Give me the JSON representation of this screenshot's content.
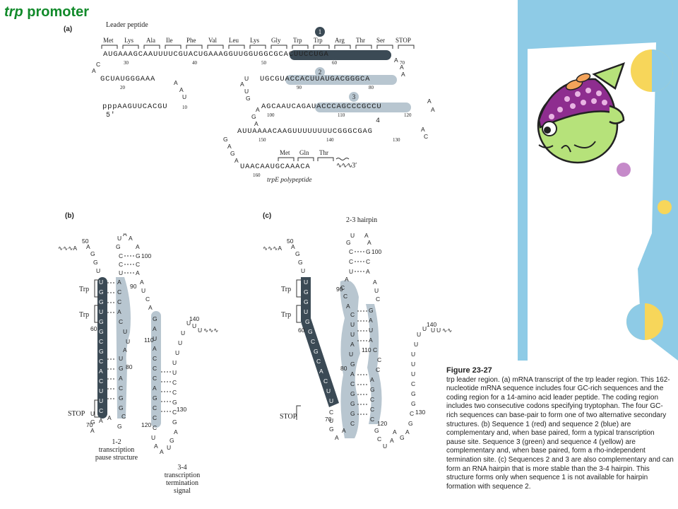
{
  "title": {
    "italic": "trp",
    "rest": " promoter"
  },
  "panel_a": {
    "label": "(a)",
    "leader_peptide_label": "Leader peptide",
    "amino_acids": [
      "Met",
      "Lys",
      "Ala",
      "Ile",
      "Phe",
      "Val",
      "Leu",
      "Lys",
      "Gly",
      "Trp",
      "Trp",
      "Arg",
      "Thr",
      "Ser",
      "STOP"
    ],
    "row1": "AUGAAAGCAAUUUUCGUACUGAAAGGUUGGUGGCGCACUUCCUGA",
    "row1_numbers": [
      "30",
      "40",
      "50",
      "60",
      "70"
    ],
    "row2": "GCUAUGGGAAA",
    "row2_numbers": [
      "20"
    ],
    "row3": "UGCGUACCACUUAUGACGGGCA",
    "row3_numbers": [
      "90",
      "80"
    ],
    "row4": "pppAAGUUCACGU",
    "row4_prefix": "5′",
    "row4_numbers": [
      "10"
    ],
    "row5": "AGCAAUCAGAUACCCAGCCCGCCU",
    "row5_numbers": [
      "100",
      "110",
      "120"
    ],
    "seq_label_4": "4",
    "row6": "AUUAAAACAAGUUUUUUUUCGGGCGAG",
    "row6_numbers": [
      "150",
      "140",
      "130"
    ],
    "trpE_aa": [
      "Met",
      "Gln",
      "Thr"
    ],
    "row7": "UAACAAUGCAAACA",
    "row7_end": "3′",
    "row7_numbers": [
      "160"
    ],
    "trpE_label": "trpE polypeptide",
    "circle_labels": [
      "1",
      "2",
      "3"
    ]
  },
  "panel_b": {
    "label": "(b)",
    "trp1": "Trp",
    "trp2": "Trp",
    "stop": "STOP",
    "caption1": "1-2",
    "caption2": "transcription",
    "caption3": "pause structure",
    "caption4": "3-4",
    "caption5": "transcription",
    "caption6": "termination",
    "caption7": "signal"
  },
  "panel_c": {
    "label": "(c)",
    "hairpin_title": "2-3 hairpin",
    "trp1": "Trp",
    "trp2": "Trp",
    "stop": "STOP"
  },
  "caption": {
    "figure": "Figure 23-27",
    "text": "trp leader region. (a) mRNA transcript of the trp leader region. This 162-nucleotide mRNA sequence includes four GC-rich sequences and the coding region for a 14-amino acid leader peptide. The coding region includes two consecutive codons specifying tryptophan. The four GC-rich sequences can base-pair to form one of two alternative secondary structures. (b) Sequence 1 (red) and sequence 2 (blue) are complementary and, when base paired, form a typical transcription pause site. Sequence 3 (green) and sequence 4 (yellow) are complementary and, when base paired, form a rho-independent termination site. (c) Sequences 2 and 3 are also complementary and can form an RNA hairpin that is more stable than the 3-4 hairpin. This structure forms only when sequence 1 is not available for hairpin formation with sequence 2."
  },
  "colors": {
    "title": "#118a2a",
    "seq1_dark": "#3b4a55",
    "seq_light": "#b8c6d0",
    "deco_blue": "#8ecbe6",
    "deco_yellow": "#f7d65a",
    "fish_green": "#b6e27a",
    "fish_purple": "#8e2d8f"
  }
}
